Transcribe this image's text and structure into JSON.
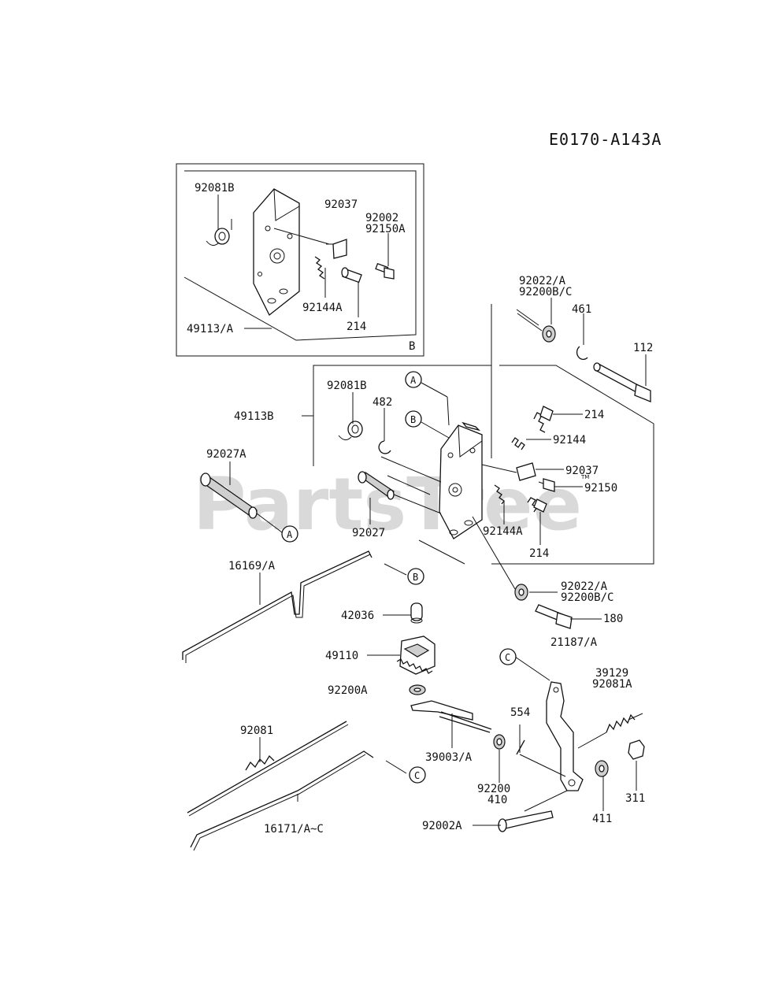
{
  "diagram_code": "E0170-A143A",
  "watermark": "PartsTree",
  "trademark": "TM",
  "inset": {
    "corner_label": "B",
    "labels": {
      "p92081B": "92081B",
      "p92037": "92037",
      "p92002": "92002",
      "p92150A": "92150A",
      "p92144A": "92144A",
      "p214": "214",
      "p49113A": "49113/A"
    }
  },
  "callouts": [
    "A",
    "B",
    "C"
  ],
  "labels": {
    "p92022A_top": "92022/A",
    "p92200BC_top": "92200B/C",
    "p461": "461",
    "p112": "112",
    "p92081B": "92081B",
    "p482": "482",
    "p49113B": "49113B",
    "p214a": "214",
    "p92144": "92144",
    "p92037": "92037",
    "p92150": "92150",
    "p92144A": "92144A",
    "p214b": "214",
    "p92027A": "92027A",
    "p92027": "92027",
    "p16169A": "16169/A",
    "p92022A_bot": "92022/A",
    "p92200BC_bot": "92200B/C",
    "p180": "180",
    "p42036": "42036",
    "p49110": "49110",
    "p21187A": "21187/A",
    "p39129": "39129",
    "p92081A": "92081A",
    "p92200A": "92200A",
    "p554": "554",
    "p92081": "92081",
    "p39003A": "39003/A",
    "p92200": "92200",
    "p410": "410",
    "p311": "311",
    "p411": "411",
    "p16171": "16171/A~C",
    "p92002A": "92002A"
  }
}
